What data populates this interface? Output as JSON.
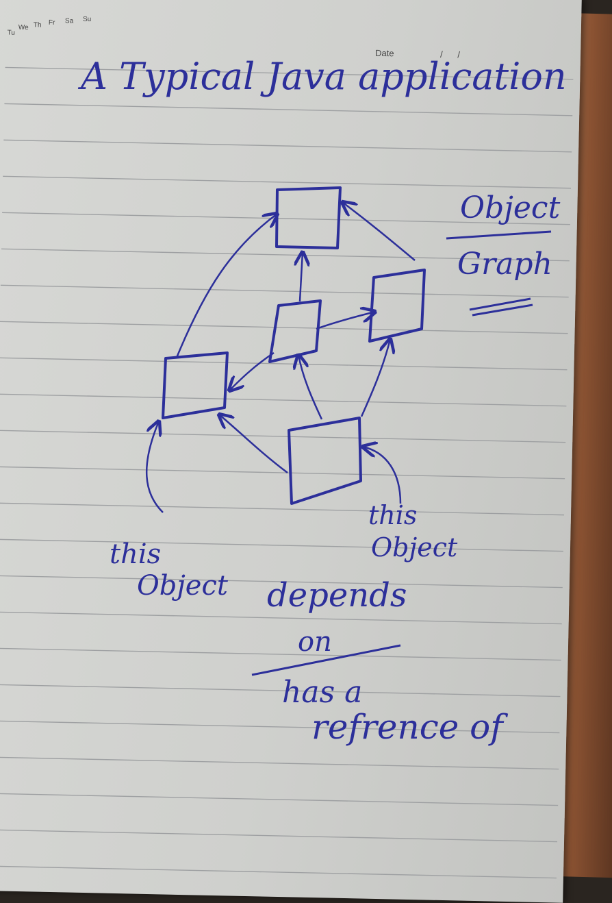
{
  "header": {
    "days": [
      "Tu",
      "We",
      "Th",
      "Fr",
      "Sa",
      "Su"
    ],
    "date_label": "Date",
    "date_placeholder": "/      /"
  },
  "note": {
    "title": "A Typical Java application",
    "side_label_line1": "Object",
    "side_label_line2": "Graph",
    "left_label_line1": "this",
    "left_label_line2": "Object",
    "right_label_line1": "this",
    "right_label_line2": "Object",
    "caption_line1": "depends",
    "caption_line2": "on",
    "caption_line3": "has a",
    "caption_line4": "refrence of"
  },
  "colors": {
    "ink": "#2c2f9a",
    "paper": "#d3d4d1",
    "rule": "#9ea0a2"
  }
}
